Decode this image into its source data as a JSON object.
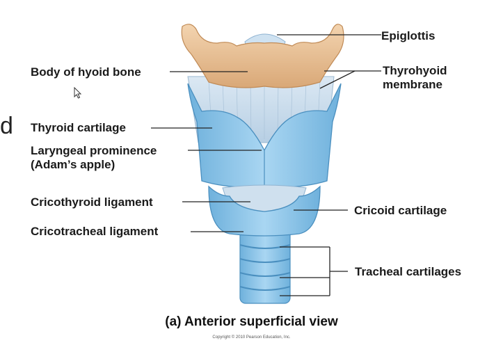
{
  "labels": {
    "epiglottis": "Epiglottis",
    "body_hyoid": "Body of hyoid bone",
    "thyrohyoid": "Thyrohyoid\nmembrane",
    "thyroid_cartilage": "Thyroid cartilage",
    "laryngeal_prominence": "Laryngeal prominence\n(Adam’s apple)",
    "cricothyroid_ligament": "Cricothyroid ligament",
    "cricoid_cartilage": "Cricoid cartilage",
    "cricotracheal_ligament": "Cricotracheal ligament",
    "tracheal_cartilages": "Tracheal cartilages"
  },
  "caption": "(a) Anterior superficial view",
  "copyright": "Copyright © 2010 Pearson Education, Inc.",
  "side_fragment": "d",
  "colors": {
    "bone": "#e8c29a",
    "cartilage": "#8fc5e8",
    "cartilage_dark": "#5fa6d4",
    "membrane": "#c9dcec",
    "leader": "#222222"
  },
  "icons": {
    "cursor": "mouse-pointer-icon"
  }
}
